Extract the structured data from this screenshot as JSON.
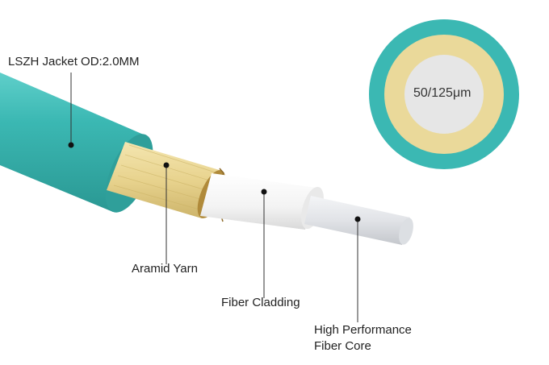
{
  "labels": {
    "jacket": "LSZH Jacket OD:2.0MM",
    "aramid": "Aramid Yarn",
    "cladding": "Fiber Cladding",
    "core_line1": "High Performance",
    "core_line2": "Fiber Core"
  },
  "cross_section": {
    "text": "50/125μm"
  },
  "colors": {
    "jacket": "#3bb8b3",
    "aramid": "#ead99a",
    "cladding": "#f2f2f2",
    "core": "#e4e6ea",
    "text": "#222222"
  }
}
